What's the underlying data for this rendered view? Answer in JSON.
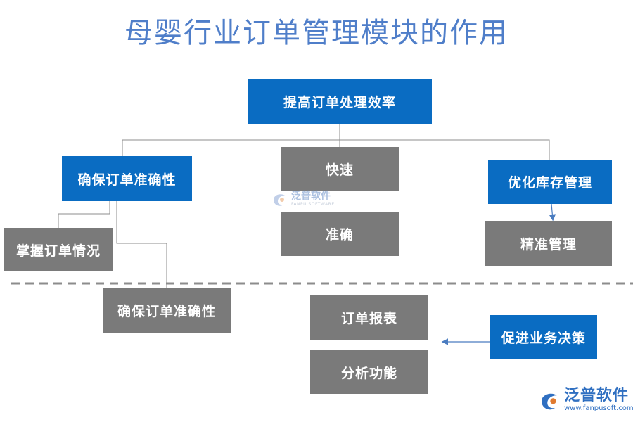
{
  "title": "母婴行业订单管理模块的作用",
  "nodes": {
    "root": "提高订单处理效率",
    "ensure_accuracy_left": "确保订单准确性",
    "fast": "快速",
    "optimize_inventory": "优化库存管理",
    "grasp_status": "掌握订单情况",
    "accurate": "准确",
    "precise_management": "精准管理",
    "ensure_accuracy_bottom": "确保订单准确性",
    "order_report": "订单报表",
    "promote_decision": "促进业务决策",
    "analysis_function": "分析功能"
  },
  "watermark": {
    "brand": "泛普软件",
    "small_sub": "FANPU SOFTWARE",
    "url": "www.fanpusoft.com"
  },
  "colors": {
    "blue_box": "#0a6cc2",
    "gray_box": "#7a7a7a",
    "title": "#4f7ec9"
  }
}
